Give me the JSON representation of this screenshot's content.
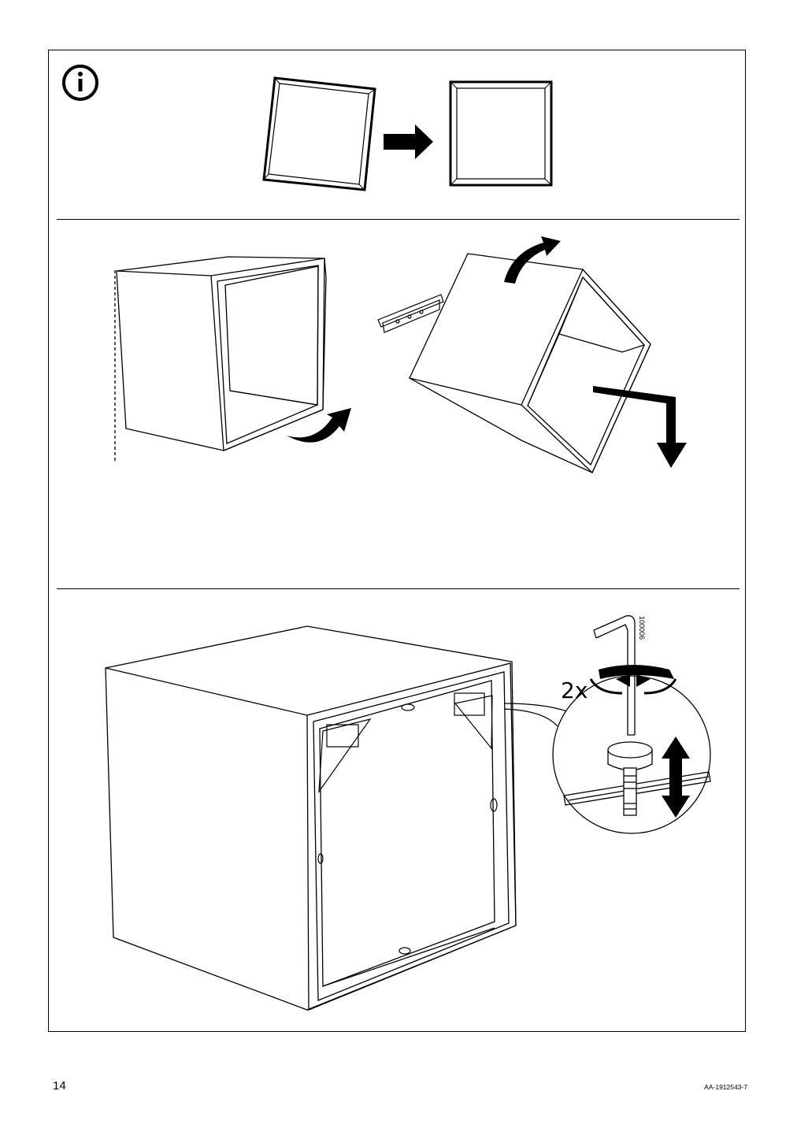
{
  "page": {
    "number": "14",
    "document_code": "AA-1912543-7"
  },
  "step_1": {
    "icon": "info-icon"
  },
  "step_3": {
    "multiplier": "2x",
    "tool_code": "100006"
  },
  "colors": {
    "ink": "#000000",
    "paper": "#ffffff"
  }
}
